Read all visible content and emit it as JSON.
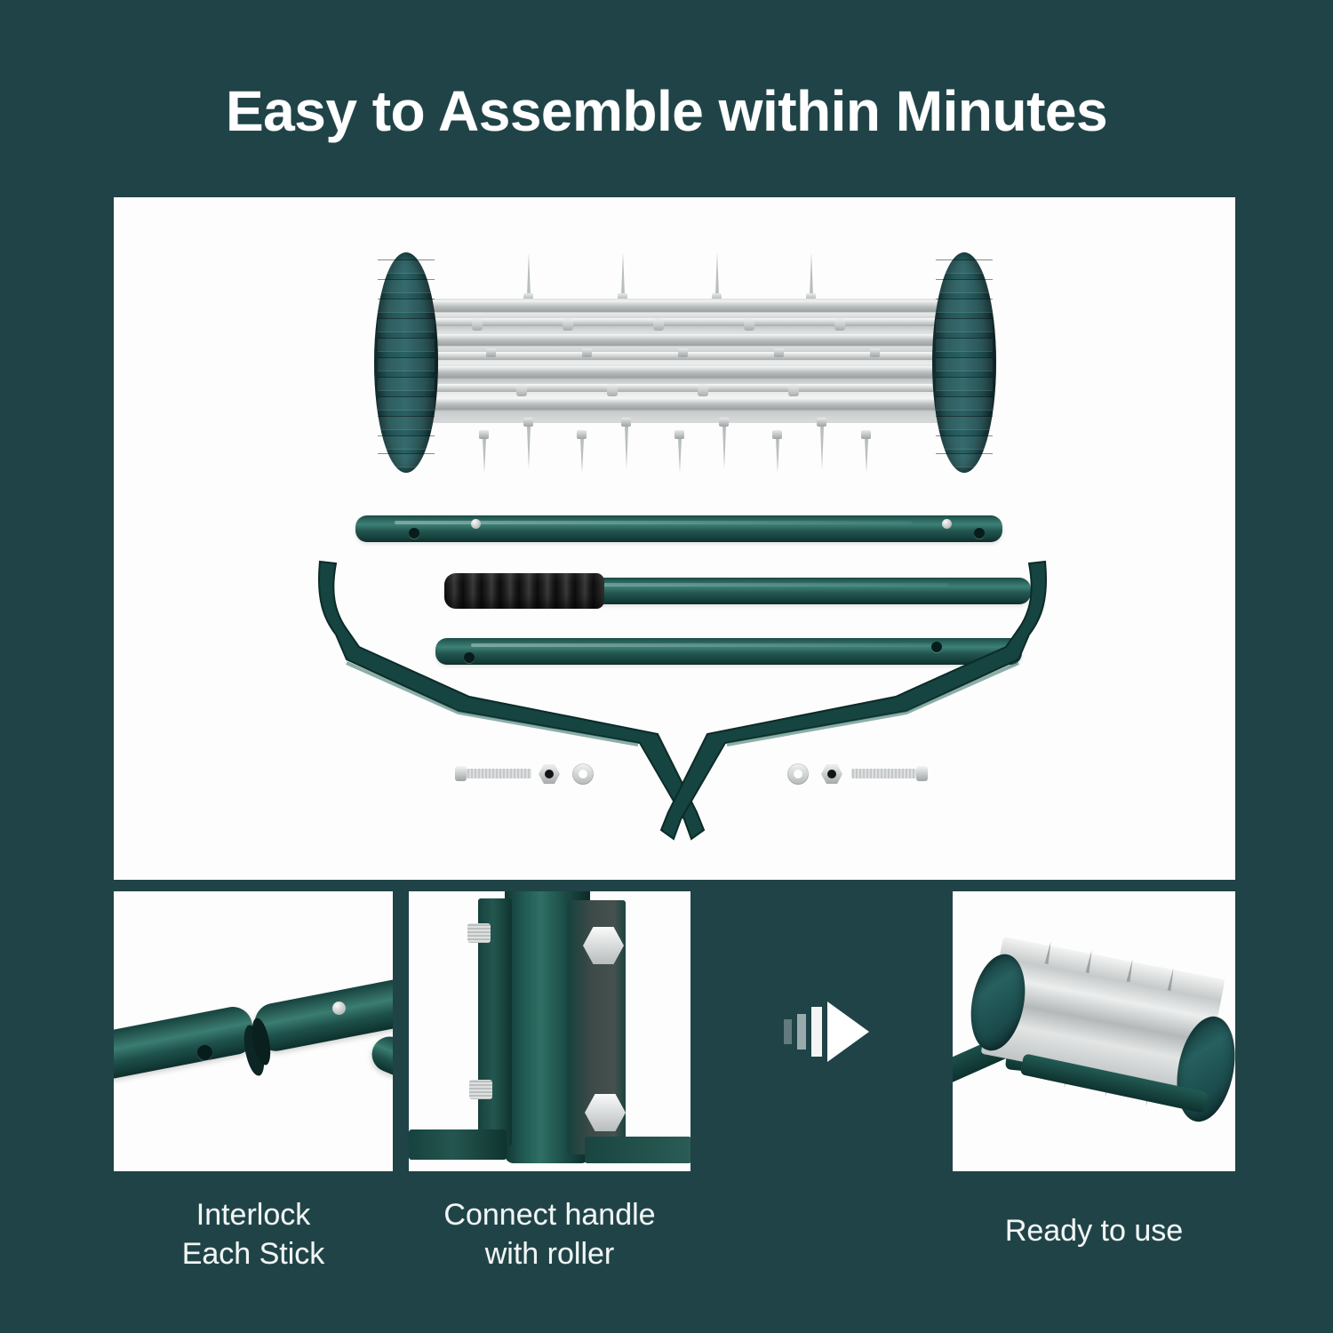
{
  "theme": {
    "background": "#1f4347",
    "panel_background": "#fdfdfd",
    "text_color": "#ffffff",
    "product_green": "#235650",
    "metal_silver": "#c7cbcb"
  },
  "header": {
    "title": "Easy to Assemble within Minutes"
  },
  "hero": {
    "name": "exploded-parts-photo",
    "parts": [
      {
        "id": "spike-roller-drum",
        "label": "Spike roller drum with wheels"
      },
      {
        "id": "handle-tube-upper",
        "label": "Upper handle tube"
      },
      {
        "id": "handle-tube-grip",
        "label": "Handle tube with foam grip"
      },
      {
        "id": "handle-tube-lower",
        "label": "Lower handle tube"
      },
      {
        "id": "v-bracket-frame",
        "label": "V-shaped roller bracket frame"
      },
      {
        "id": "bolt-left",
        "label": "Bolt"
      },
      {
        "id": "nut-left",
        "label": "Lock nut"
      },
      {
        "id": "washer-left",
        "label": "Washer"
      },
      {
        "id": "washer-right",
        "label": "Washer"
      },
      {
        "id": "nut-right",
        "label": "Lock nut"
      },
      {
        "id": "bolt-right",
        "label": "Bolt"
      }
    ]
  },
  "steps": [
    {
      "id": "step-interlock",
      "caption_line_1": "Interlock",
      "caption_line_2": "Each Stick",
      "caption": "Interlock Each Stick"
    },
    {
      "id": "step-connect-handle",
      "caption_line_1": "Connect handle",
      "caption_line_2": "with roller",
      "caption": "Connect handle with roller"
    },
    {
      "id": "step-ready",
      "caption_line_1": "Ready to use",
      "caption_line_2": "",
      "caption": "Ready to use"
    }
  ],
  "icons": {
    "progress_arrow": "fast-forward-arrow-icon"
  }
}
